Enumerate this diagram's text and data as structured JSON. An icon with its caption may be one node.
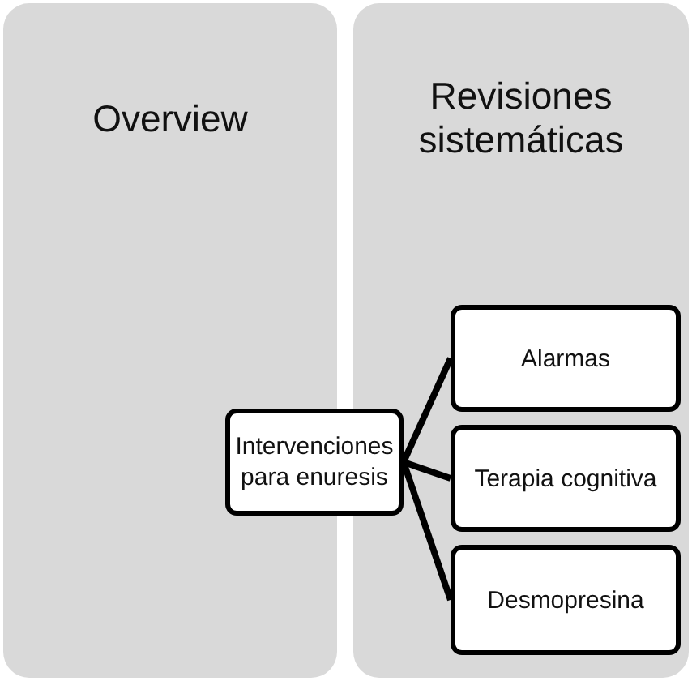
{
  "diagram": {
    "nodes": [
      {
        "text": [
          "Overview"
        ]
      },
      {
        "text": [
          "Revisiones sistemáticas"
        ]
      },
      {
        "text": [
          "Intervenciones para enuresis"
        ]
      },
      {
        "text": [
          "Alarmas"
        ],
        "in": 1
      },
      {
        "text": [
          "Terapia cognitiva"
        ],
        "in": 1
      },
      {
        "text": [
          "Desmopresina"
        ],
        "in": 1
      }
    ],
    "edges": [
      {
        "from": 2,
        "to": 3,
        "arrow": "none"
      },
      {
        "from": 2,
        "to": 4,
        "arrow": "none"
      },
      {
        "from": 2,
        "to": 5,
        "arrow": "none"
      }
    ]
  }
}
